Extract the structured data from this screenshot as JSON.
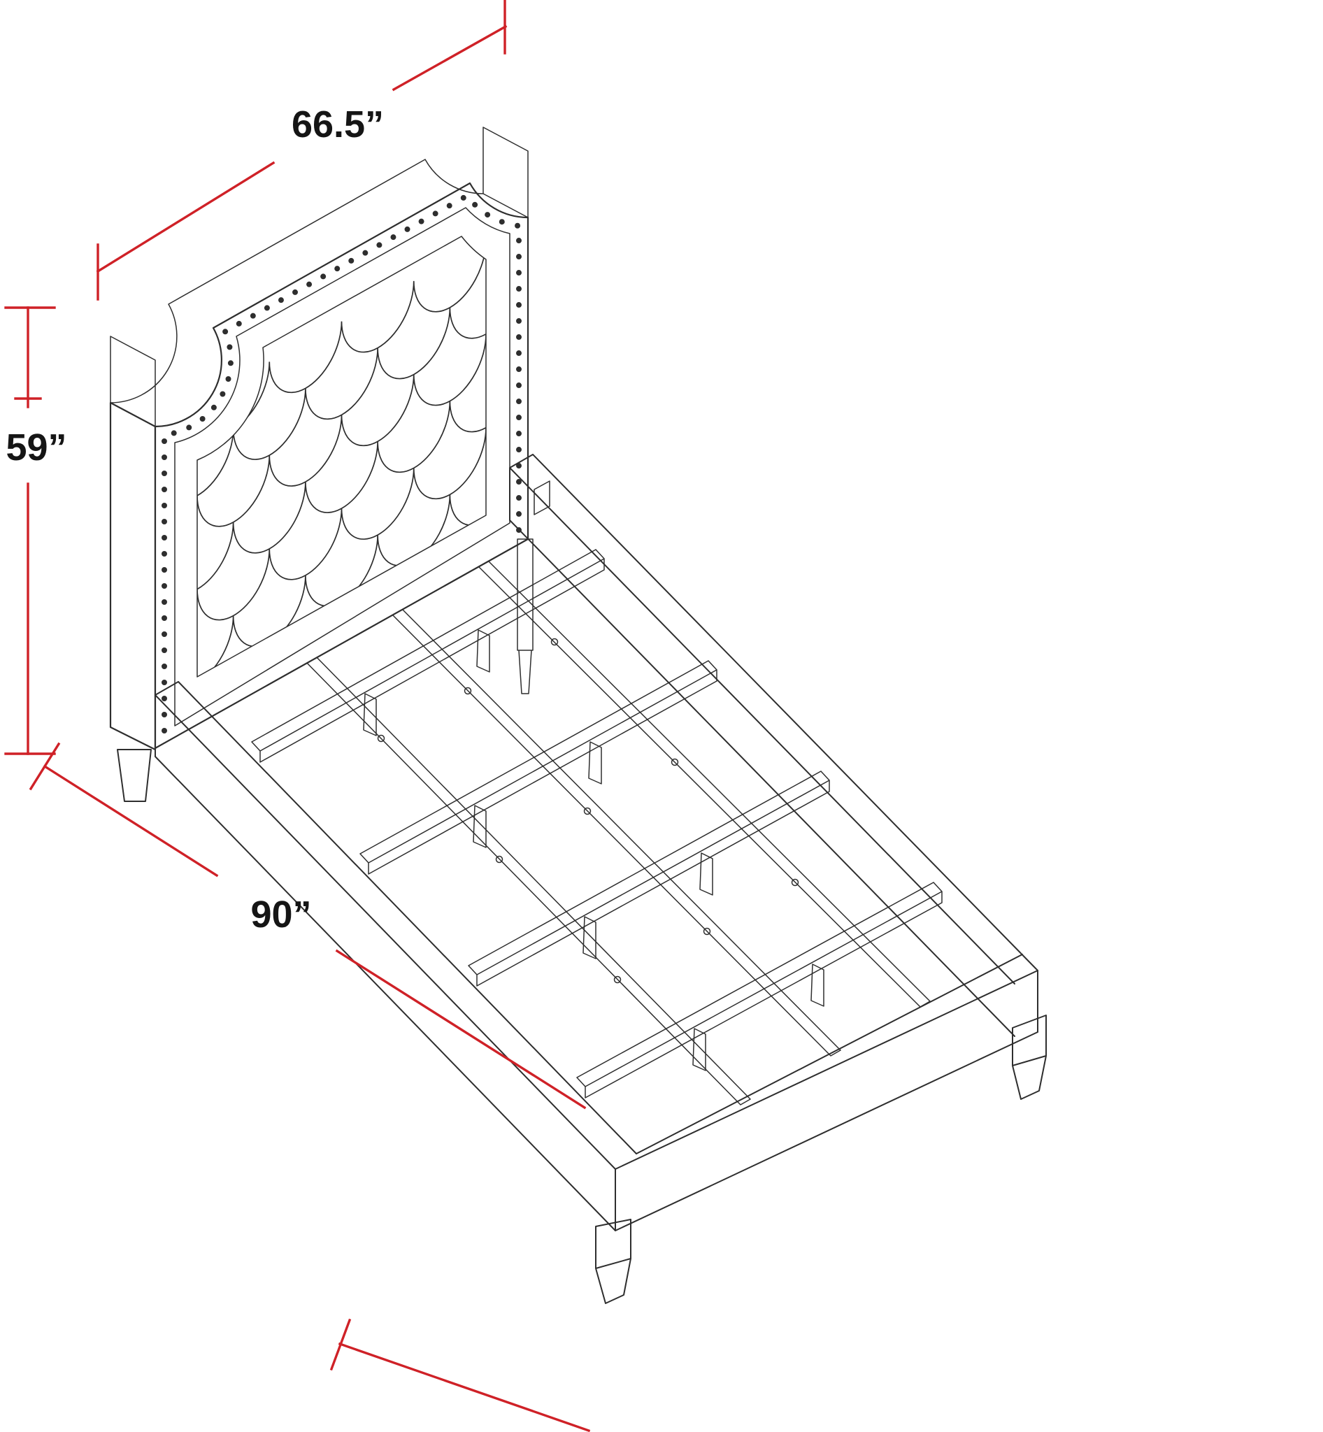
{
  "diagram": {
    "kind": "furniture-dimension-line-drawing",
    "subject": "upholstered-tufted-bed-isometric-drawing",
    "dimension_labels": {
      "headboard_width": "66.5”",
      "headboard_height": "59”",
      "bed_length": "90”"
    },
    "dimension_values": {
      "headboard_width_inches": 66.5,
      "headboard_height_inches": 59,
      "bed_length_inches": 90
    },
    "colors": {
      "dimension_lines": "#cf2127",
      "drawing_lines": "#2e2e2e",
      "background": "#ffffff"
    }
  }
}
